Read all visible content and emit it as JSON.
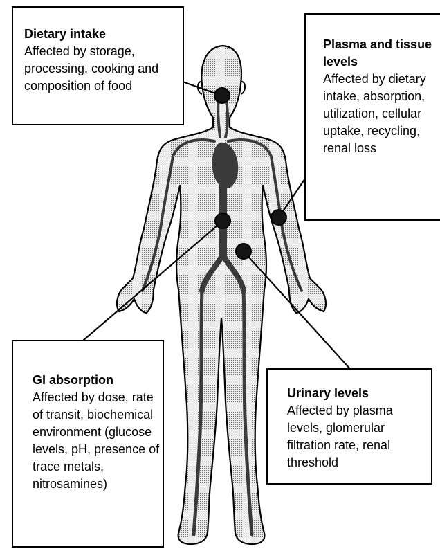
{
  "labels": {
    "dietary": {
      "title": "Dietary intake",
      "body": "Affected by storage, processing, cooking and composition of food"
    },
    "plasma": {
      "title": "Plasma and tissue levels",
      "body": "Affected by dietary intake, absorption, utilization, cellular uptake, recycling, renal loss"
    },
    "gi": {
      "title": "GI absorption",
      "body": "Affected by dose, rate of transit, biochemical environment (glucose levels, pH, presence of trace metals, nitrosamines)"
    },
    "urinary": {
      "title": "Urinary levels",
      "body": "Affected by plasma levels, glomerular filtration rate, renal threshold"
    }
  },
  "colors": {
    "ink": "#000000",
    "body_fill": "#e4e4e4",
    "vessel": "#3a3a3a",
    "marker": "#151515",
    "paper": "#ffffff"
  }
}
